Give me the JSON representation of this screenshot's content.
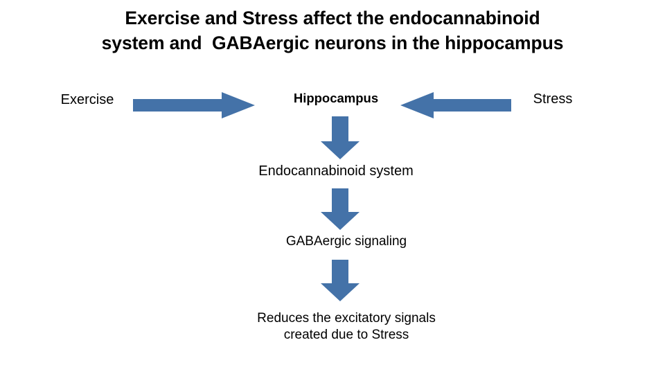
{
  "slide": {
    "background": "#ffffff",
    "accent_color": "#4472a8",
    "text_color": "#000000"
  },
  "title": {
    "line1": "Exercise and Stress affect the endocannabinoid",
    "line2": "system and  GABAergic neurons in the hippocampus"
  },
  "nodes": [
    {
      "id": "exercise",
      "label": "Exercise"
    },
    {
      "id": "hippocampus",
      "label": "Hippocampus"
    },
    {
      "id": "stress",
      "label": "Stress"
    },
    {
      "id": "ecs",
      "label": "Endocannabinoid system"
    },
    {
      "id": "gaba",
      "label": "GABAergic signaling"
    },
    {
      "id": "reduces",
      "label": "Reduces the excitatory signals\ncreated due to Stress"
    }
  ],
  "arrows": [
    {
      "id": "exercise-to-hippocampus",
      "direction": "right",
      "color": "#4472a8"
    },
    {
      "id": "stress-to-hippocampus",
      "direction": "left",
      "color": "#4472a8"
    },
    {
      "id": "hippocampus-to-ecs",
      "direction": "down",
      "color": "#4472a8"
    },
    {
      "id": "ecs-to-gaba",
      "direction": "down",
      "color": "#4472a8"
    },
    {
      "id": "gaba-to-reduces",
      "direction": "down",
      "color": "#4472a8"
    }
  ]
}
